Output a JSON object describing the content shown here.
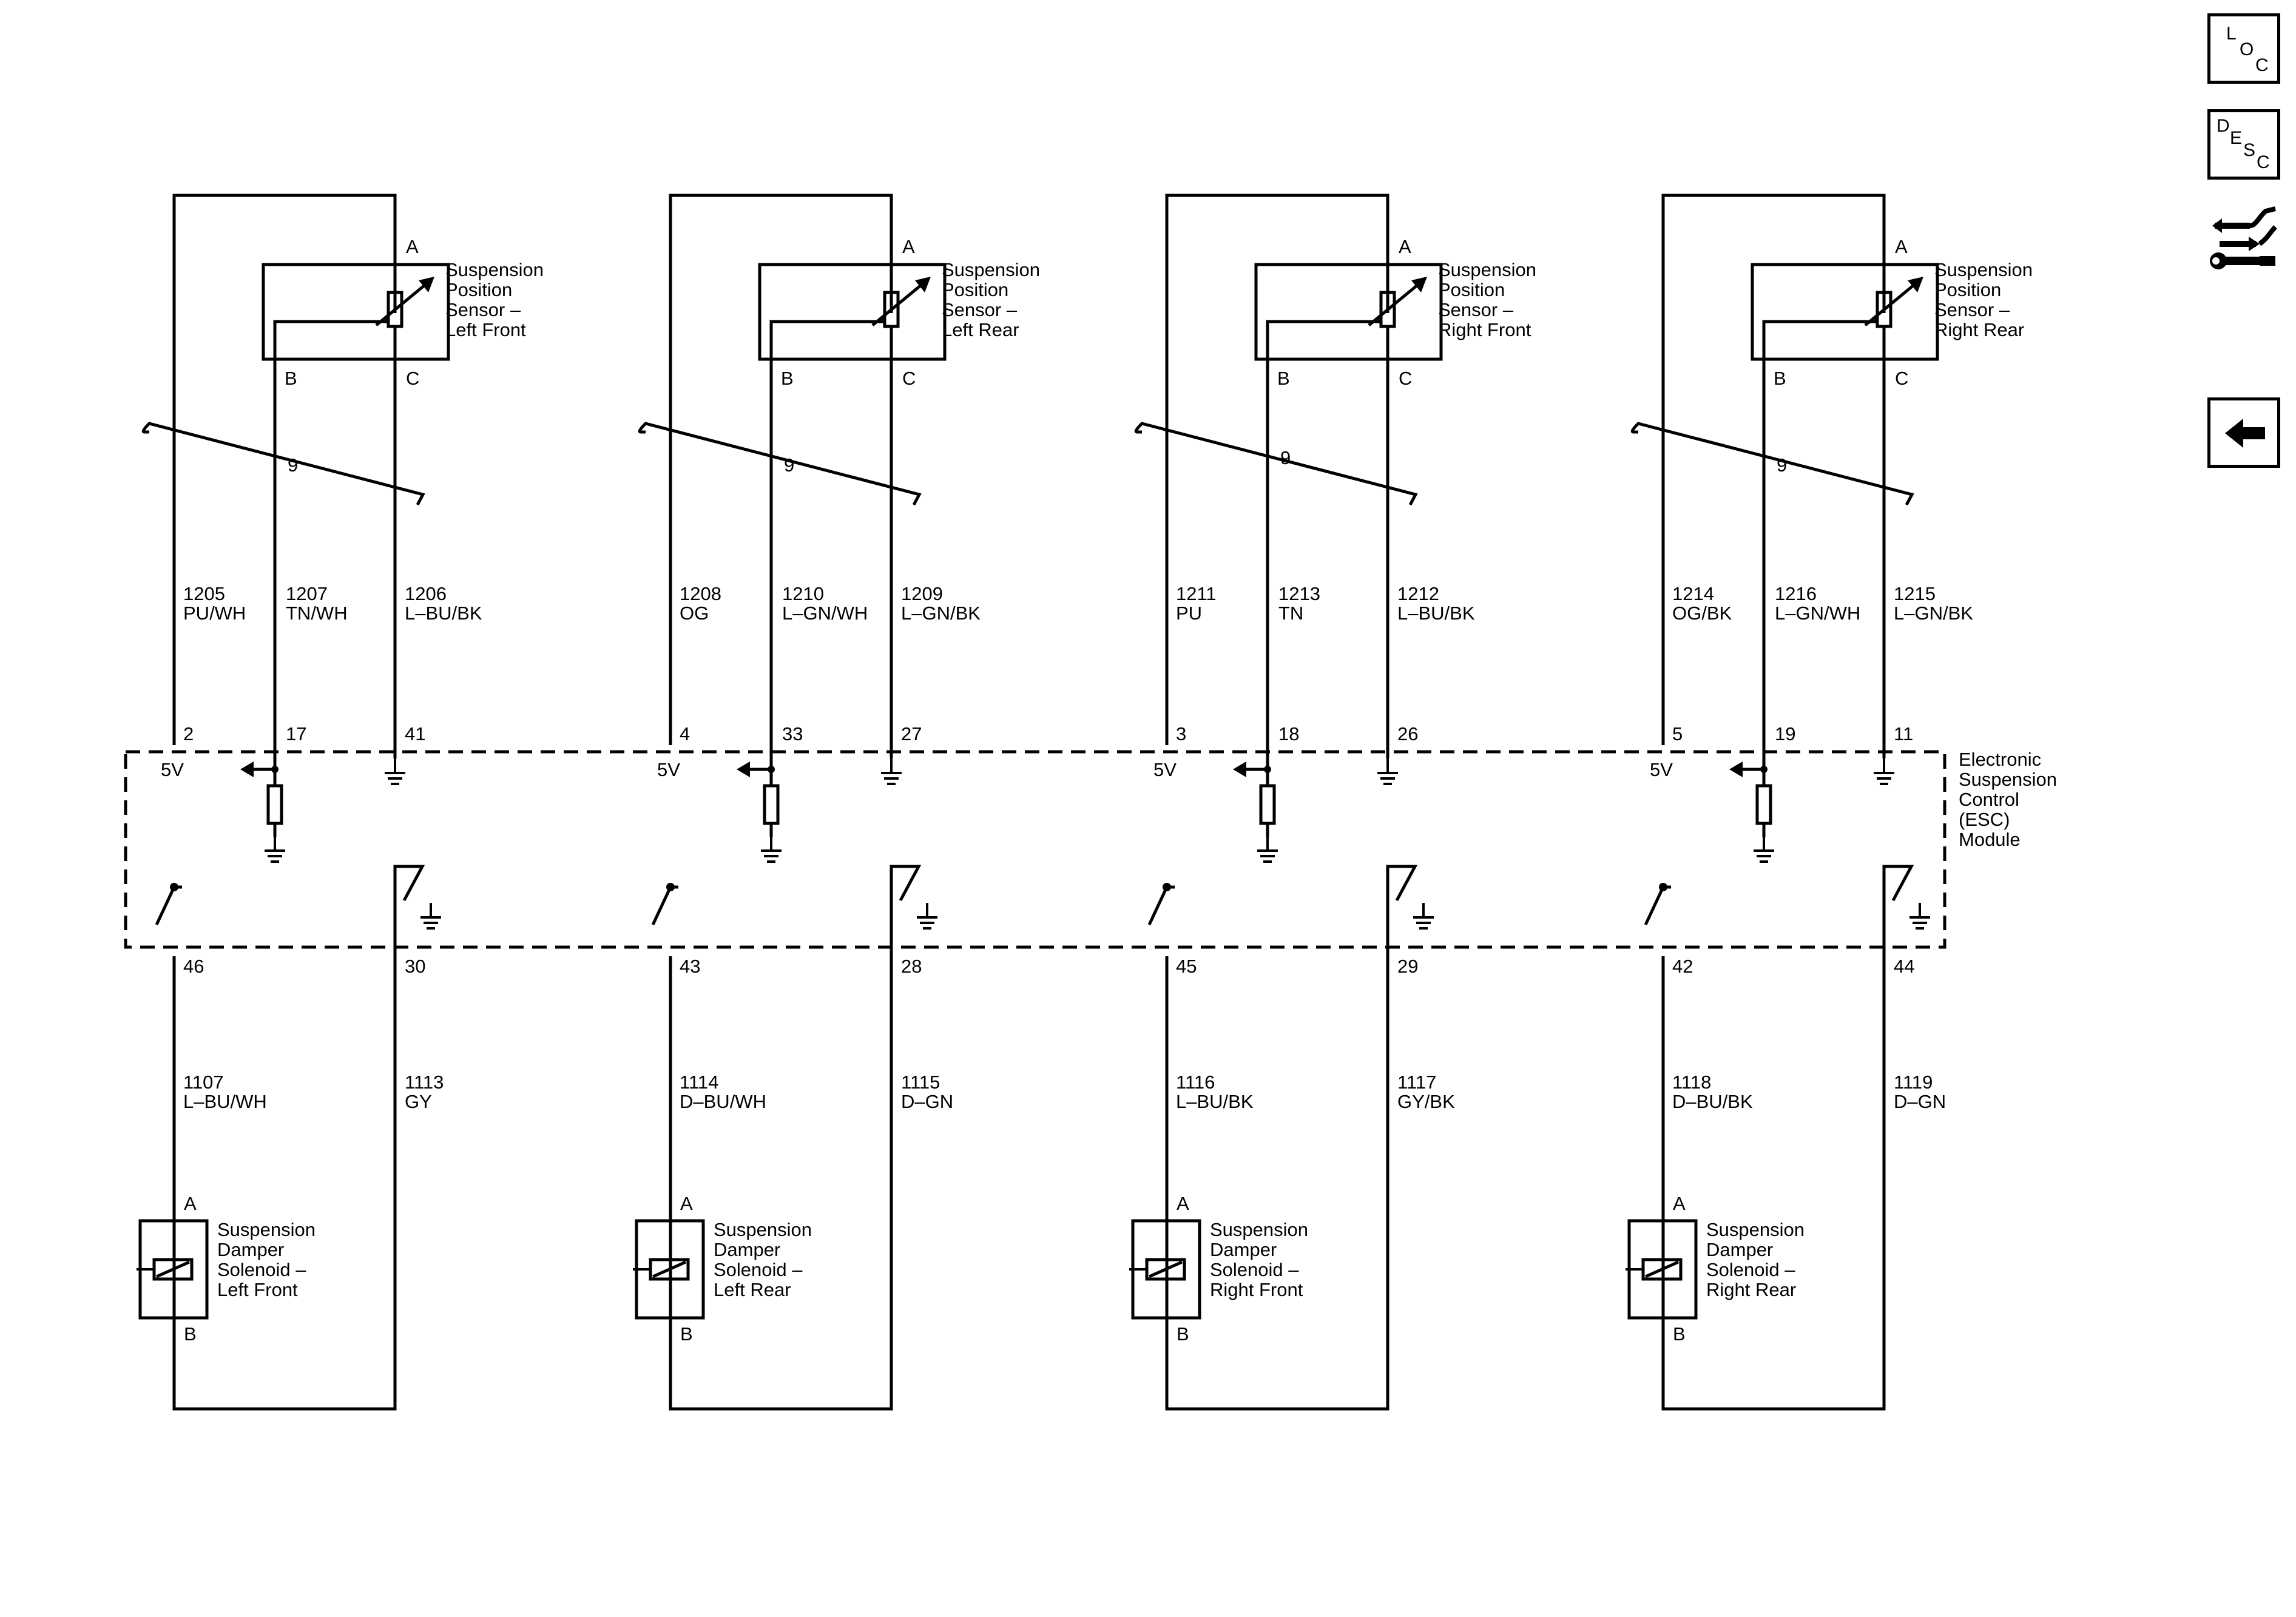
{
  "sidebar": {
    "loc": {
      "l": "L",
      "o": "O",
      "c": "C",
      "icon": "loc-button"
    },
    "desc": {
      "d": "D",
      "e": "E",
      "s": "S",
      "c": "C",
      "icon": "desc-button"
    },
    "connector_icon": "connector-wrench-icon",
    "back_icon": "back-arrow-icon"
  },
  "module": {
    "label_lines": [
      "Electronic",
      "Suspension",
      "Control",
      "(ESC)",
      "Module"
    ],
    "ref_voltage": "5V"
  },
  "harness_label": "9",
  "channels": [
    {
      "sensor": {
        "lines": [
          "Suspension",
          "Position",
          "Sensor –",
          "Left Front"
        ],
        "pin_a": "A",
        "pin_b": "B",
        "pin_c": "C"
      },
      "upper_wires": [
        {
          "circuit": "1205",
          "color": "PU/WH",
          "pin": "2"
        },
        {
          "circuit": "1207",
          "color": "TN/WH",
          "pin": "17"
        },
        {
          "circuit": "1206",
          "color": "L–BU/BK",
          "pin": "41"
        }
      ],
      "lower_wires": [
        {
          "circuit": "1107",
          "color": "L–BU/WH",
          "pin": "46"
        },
        {
          "circuit": "1113",
          "color": "GY",
          "pin": "30"
        }
      ],
      "solenoid": {
        "lines": [
          "Suspension",
          "Damper",
          "Solenoid –",
          "Left Front"
        ],
        "pin_a": "A",
        "pin_b": "B"
      }
    },
    {
      "sensor": {
        "lines": [
          "Suspension",
          "Position",
          "Sensor –",
          "Left Rear"
        ],
        "pin_a": "A",
        "pin_b": "B",
        "pin_c": "C"
      },
      "upper_wires": [
        {
          "circuit": "1208",
          "color": "OG",
          "pin": "4"
        },
        {
          "circuit": "1210",
          "color": "L–GN/WH",
          "pin": "33"
        },
        {
          "circuit": "1209",
          "color": "L–GN/BK",
          "pin": "27"
        }
      ],
      "lower_wires": [
        {
          "circuit": "1114",
          "color": "D–BU/WH",
          "pin": "43"
        },
        {
          "circuit": "1115",
          "color": "D–GN",
          "pin": "28"
        }
      ],
      "solenoid": {
        "lines": [
          "Suspension",
          "Damper",
          "Solenoid –",
          "Left Rear"
        ],
        "pin_a": "A",
        "pin_b": "B"
      }
    },
    {
      "sensor": {
        "lines": [
          "Suspension",
          "Position",
          "Sensor –",
          "Right Front"
        ],
        "pin_a": "A",
        "pin_b": "B",
        "pin_c": "C"
      },
      "upper_wires": [
        {
          "circuit": "1211",
          "color": "PU",
          "pin": "3"
        },
        {
          "circuit": "1213",
          "color": "TN",
          "pin": "18"
        },
        {
          "circuit": "1212",
          "color": "L–BU/BK",
          "pin": "26"
        }
      ],
      "lower_wires": [
        {
          "circuit": "1116",
          "color": "L–BU/BK",
          "pin": "45"
        },
        {
          "circuit": "1117",
          "color": "GY/BK",
          "pin": "29"
        }
      ],
      "solenoid": {
        "lines": [
          "Suspension",
          "Damper",
          "Solenoid –",
          "Right Front"
        ],
        "pin_a": "A",
        "pin_b": "B"
      }
    },
    {
      "sensor": {
        "lines": [
          "Suspension",
          "Position",
          "Sensor –",
          "Right Rear"
        ],
        "pin_a": "A",
        "pin_b": "B",
        "pin_c": "C"
      },
      "upper_wires": [
        {
          "circuit": "1214",
          "color": "OG/BK",
          "pin": "5"
        },
        {
          "circuit": "1216",
          "color": "L–GN/WH",
          "pin": "19"
        },
        {
          "circuit": "1215",
          "color": "L–GN/BK",
          "pin": "11"
        }
      ],
      "lower_wires": [
        {
          "circuit": "1118",
          "color": "D–BU/BK",
          "pin": "42"
        },
        {
          "circuit": "1119",
          "color": "D–GN",
          "pin": "44"
        }
      ],
      "solenoid": {
        "lines": [
          "Suspension",
          "Damper",
          "Solenoid –",
          "Right Rear"
        ],
        "pin_a": "A",
        "pin_b": "B"
      }
    }
  ]
}
